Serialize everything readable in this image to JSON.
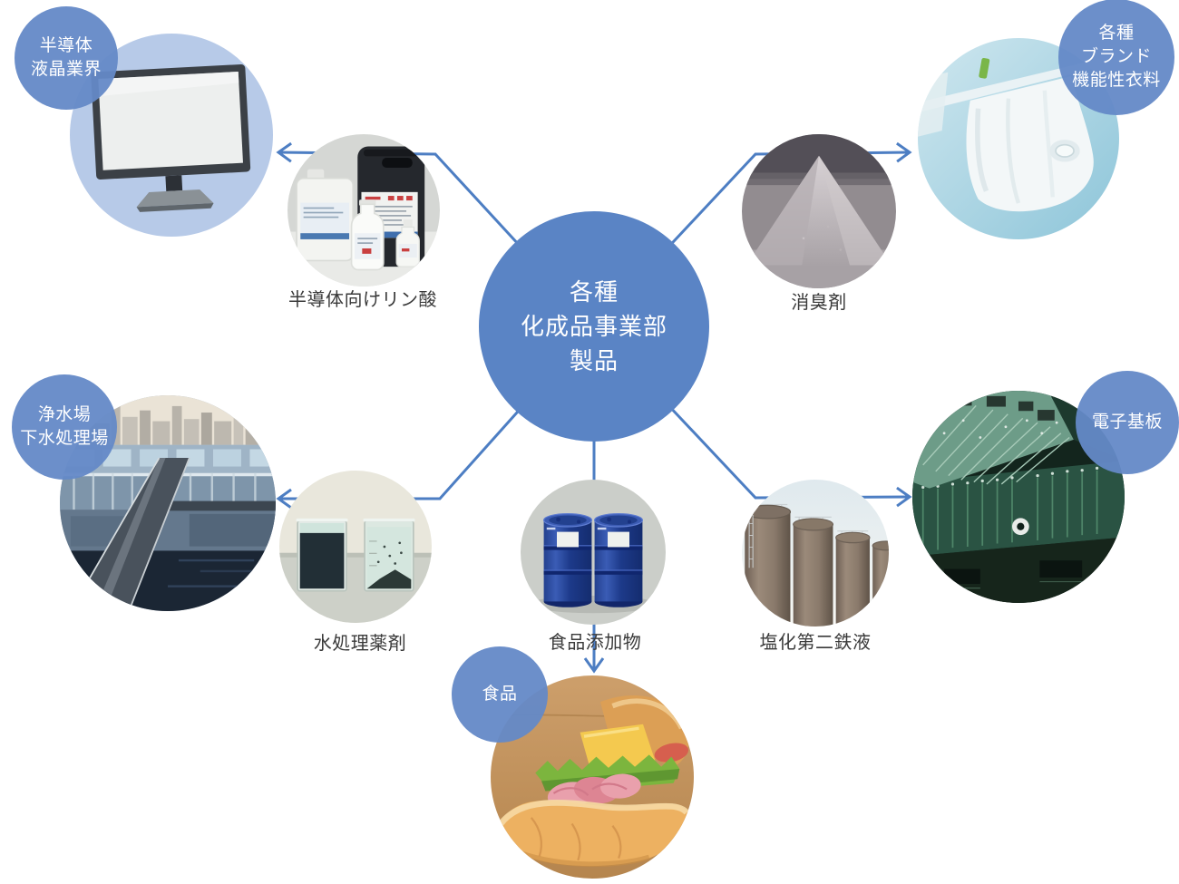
{
  "hub": {
    "lines": [
      "各種",
      "化成品事業部",
      "製品"
    ]
  },
  "industries": {
    "semiconductor_lcd": {
      "label_lines": [
        "半導体",
        "液晶業界"
      ],
      "photo": "desktop-monitor"
    },
    "functional_apparel": {
      "label_lines": [
        "各種",
        "ブランド",
        "機能性衣料"
      ],
      "photo": "white-shirt-on-clothesline"
    },
    "water_plants": {
      "label_lines": [
        "浄水場",
        "下水処理場"
      ],
      "photo": "water-treatment-plant"
    },
    "electronic_boards": {
      "label_lines": [
        "電子基板"
      ],
      "photo": "circuit-boards"
    },
    "food": {
      "label_lines": [
        "食品"
      ],
      "photo": "sandwich"
    }
  },
  "products": {
    "phosphoric_acid": {
      "label": "半導体向けリン酸",
      "photo": "chemical-containers-and-bottles"
    },
    "deodorant": {
      "label": "消臭剤",
      "photo": "powder-pile"
    },
    "water_treatment_chemicals": {
      "label": "水処理薬剤",
      "photo": "two-beakers"
    },
    "food_additives": {
      "label": "食品添加物",
      "photo": "blue-drums"
    },
    "ferric_chloride": {
      "label": "塩化第二鉄液",
      "photo": "storage-tanks"
    }
  },
  "colors": {
    "hub_fill": "#5a84c5",
    "label_circle_fill": "rgba(100,137,199,0.95)",
    "connector": "#4d7ec3",
    "caption_text": "#3a3a3a",
    "monitor_circle_bg": "#b7cae8",
    "page_background": "#ffffff"
  }
}
